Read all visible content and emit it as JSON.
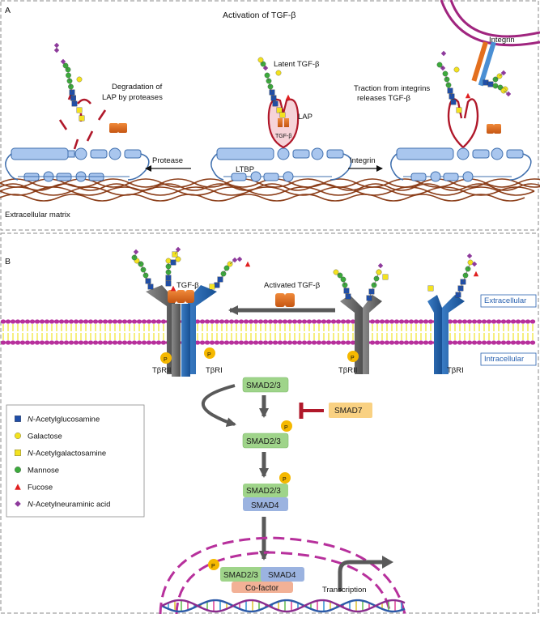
{
  "panel_a": {
    "letter": "A",
    "title": "Activation of TGF-β",
    "degradation_label": [
      "Degradation of",
      "LAP by proteases"
    ],
    "latent_label": "Latent TGF-β",
    "lap_label": "LAP",
    "tgfb_inner_label": "TGF-β",
    "ltbp_label": "LTBP",
    "protease_label": "Protease",
    "integrin_arrow_label": "Integrin",
    "integrin_label": "Integrin",
    "traction_label": [
      "Traction from integrins",
      "releases TGF-β"
    ],
    "ecm_label": "Extracellular matrix"
  },
  "panel_b": {
    "letter": "B",
    "tgfb_label": "TGF-β",
    "activated_label": "Activated TGF-β",
    "extracellular_label": "Extracellular",
    "intracellular_label": "Intracellular",
    "receptor_labels": [
      "TβRII",
      "TβRI",
      "TβRII",
      "TβRI"
    ],
    "phospho_label": "P",
    "smad23": "SMAD2/3",
    "smad4": "SMAD4",
    "smad7": "SMAD7",
    "cofactor": "Co-factor",
    "transcription": "Transcription"
  },
  "legend": [
    {
      "symbol": "blue-square",
      "prefix": "N",
      "label": "-Acetylglucosamine",
      "color": "#1f4ea8"
    },
    {
      "symbol": "yellow-circle",
      "prefix": "",
      "label": "Galactose",
      "color": "#f3e21f"
    },
    {
      "symbol": "yellow-square",
      "prefix": "N",
      "label": "-Acetylgalactosamine",
      "color": "#f3e21f"
    },
    {
      "symbol": "green-circle",
      "prefix": "",
      "label": "Mannose",
      "color": "#3caa3c"
    },
    {
      "symbol": "red-triangle",
      "prefix": "",
      "label": "Fucose",
      "color": "#e02020"
    },
    {
      "symbol": "purple-diamond",
      "prefix": "N",
      "label": "-Acetylneuraminic acid",
      "color": "#8e3a9c"
    }
  ],
  "colors": {
    "ltbp": "#8fb6e6",
    "lap": "#b0182a",
    "tgfb": "#e0701c",
    "receptor_grey": "#6f6f6f",
    "receptor_blue": "#2265ad",
    "membrane_head": "#b7309c",
    "membrane_tail": "#f2e638",
    "smad_green": "#9fd48a",
    "smad_blue": "#9bb3e0",
    "smad7": "#f9d182",
    "cofactor": "#f2b196",
    "nucleus": "#b7309c",
    "ecm": "#8b3d18"
  }
}
